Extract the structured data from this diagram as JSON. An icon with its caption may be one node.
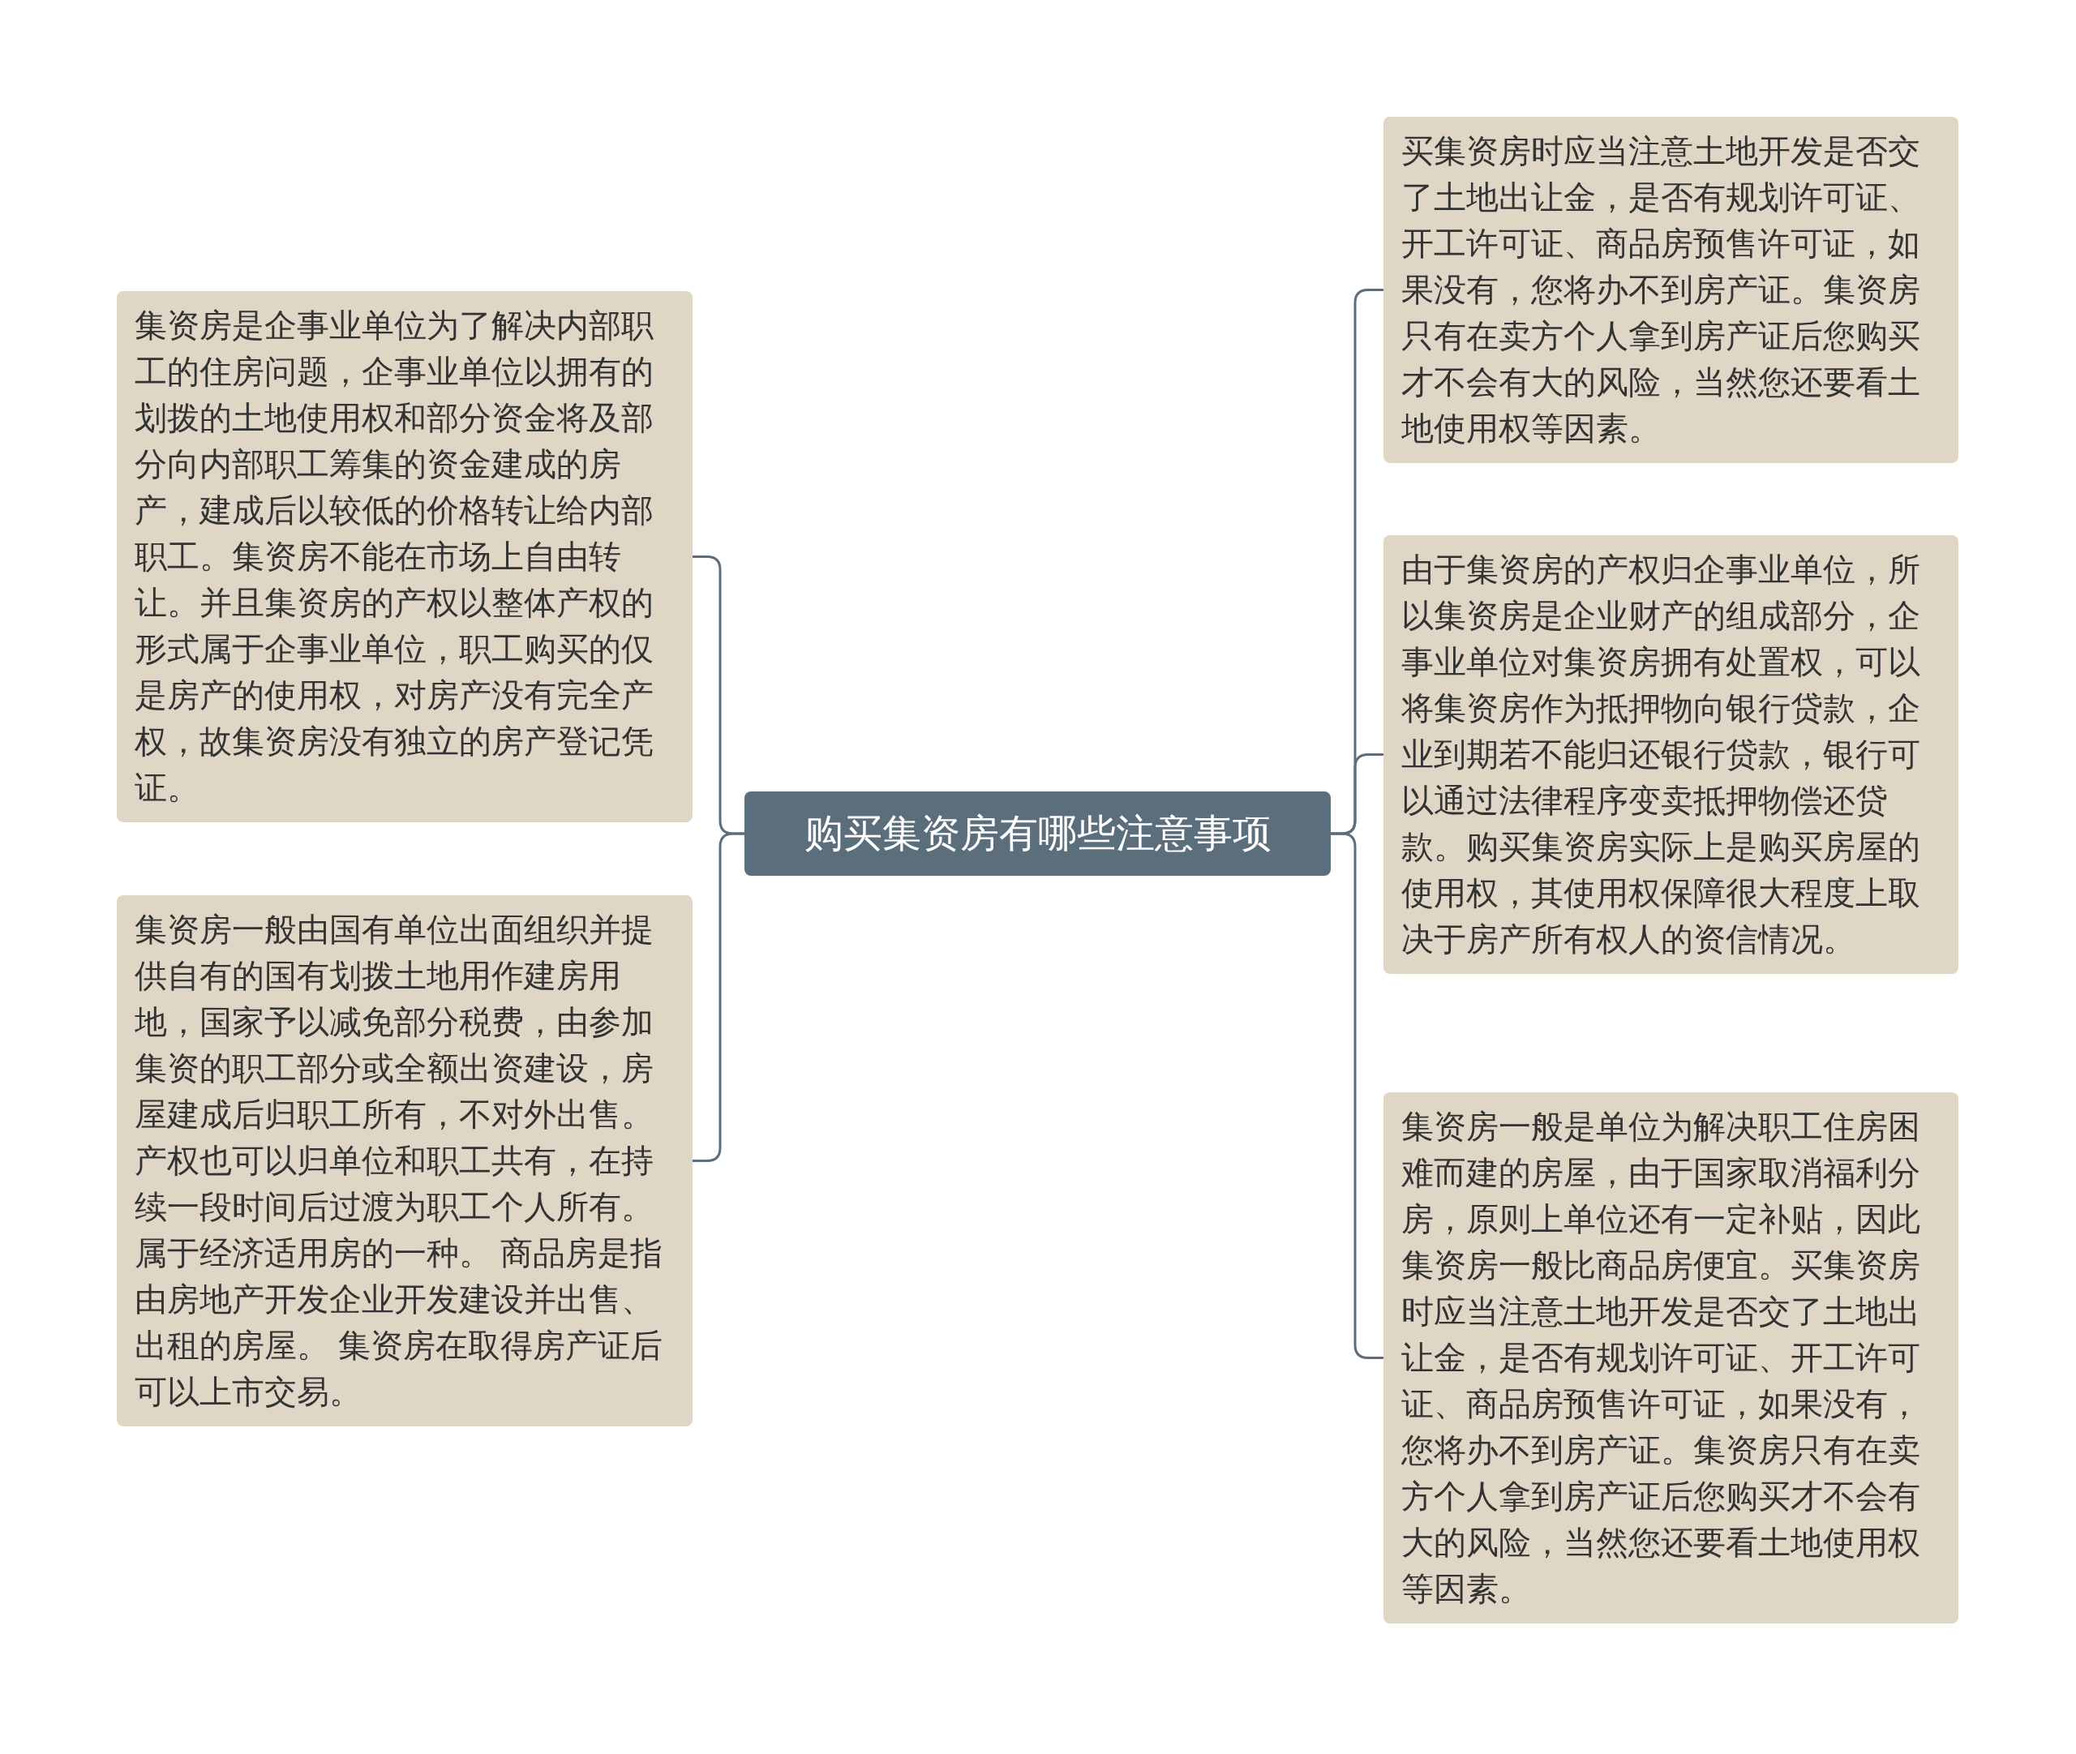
{
  "diagram": {
    "nodes": [
      {
        "text": [
          "购买集资房有哪些注意事项"
        ]
      },
      {
        "text": [
          "集资房是企事业单位为了解决内部职工的住房问题，企事业单位以拥有的划拨的土地使用权和部分资金将及部分向内部职工筹集的资金建成的房产，建成后以较低的价格转让给内部职工。集资房不能在市场上自由转让。并且集资房的产权以整体产权的形式属于企事业单位，职工购买的仅是房产的使用权，对房产没有完全产权，故集资房没有独立的房产登记凭证。"
        ]
      },
      {
        "text": [
          "集资房一般由国有单位出面组织并提供自有的国有划拨土地用作建房用地，国家予以减免部分税费，由参加集资的职工部分或全额出资建设，房屋建成后归职工所有，不对外出售。产权也可以归单位和职工共有，在持续一段时间后过渡为职工个人所有。属于经济适用房的一种。 商品房是指由房地产开发企业开发建设并出售、出租的房屋。 集资房在取得房产证后可以上市交易。"
        ]
      },
      {
        "text": [
          "买集资房时应当注意土地开发是否交了土地出让金，是否有规划许可证、开工许可证、商品房预售许可证，如果没有，您将办不到房产证。集资房只有在卖方个人拿到房产证后您购买才不会有大的风险，当然您还要看土地使用权等因素。"
        ]
      },
      {
        "text": [
          "由于集资房的产权归企事业单位，所以集资房是企业财产的组成部分，企事业单位对集资房拥有处置权，可以将集资房作为抵押物向银行贷款，企业到期若不能归还银行贷款，银行可以通过法律程序变卖抵押物偿还贷款。购买集资房实际上是购买房屋的使用权，其使用权保障很大程度上取决于房产所有权人的资信情况。"
        ]
      },
      {
        "text": [
          "集资房一般是单位为解决职工住房困难而建的房屋，由于国家取消福利分房，原则上单位还有一定补贴，因此集资房一般比商品房便宜。买集资房时应当注意土地开发是否交了土地出让金，是否有规划许可证、开工许可证、商品房预售许可证，如果没有，您将办不到房产证。集资房只有在卖方个人拿到房产证后您购买才不会有大的风险，当然您还要看土地使用权等因素。"
        ]
      }
    ],
    "edges": [
      {
        "from": 0,
        "to": 1,
        "arrow": "none"
      },
      {
        "from": 0,
        "to": 2,
        "arrow": "none"
      },
      {
        "from": 0,
        "to": 3,
        "arrow": "none"
      },
      {
        "from": 0,
        "to": 4,
        "arrow": "none"
      },
      {
        "from": 0,
        "to": 5,
        "arrow": "none"
      }
    ]
  }
}
